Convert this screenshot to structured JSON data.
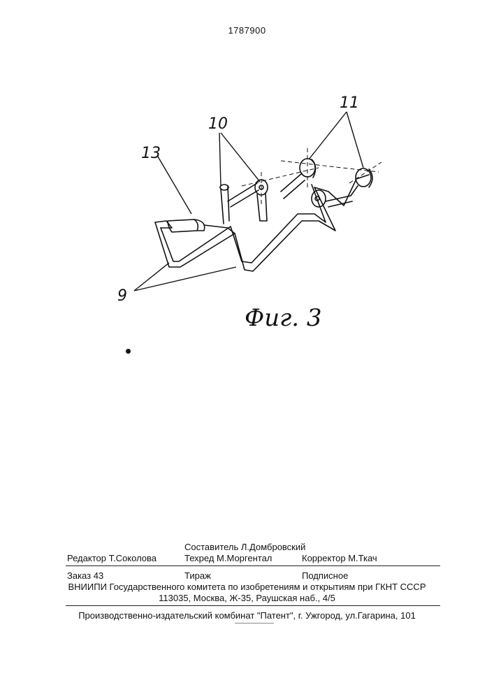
{
  "patent_number": "1787900",
  "figure": {
    "caption": "Фиг. 3",
    "callouts": {
      "c13": "13",
      "c10": "10",
      "c11": "11",
      "c9": "9"
    }
  },
  "imprint": {
    "compiler": "Составитель Л.Домбровский",
    "editor": "Редактор  Т.Соколова",
    "techred": "Техред М.Моргентал",
    "corrector": "Корректор   М.Ткач",
    "order": "Заказ  43",
    "circulation": "Тираж",
    "subscription": "Подписное",
    "org_line": "ВНИИПИ Государственного комитета по изобретениям и открытиям при ГКНТ СССР",
    "address_line": "113035, Москва, Ж-35, Раушская наб., 4/5",
    "publisher_line": "Производственно-издательский комбинат \"Патент\", г. Ужгород, ул.Гагарина, 101"
  }
}
